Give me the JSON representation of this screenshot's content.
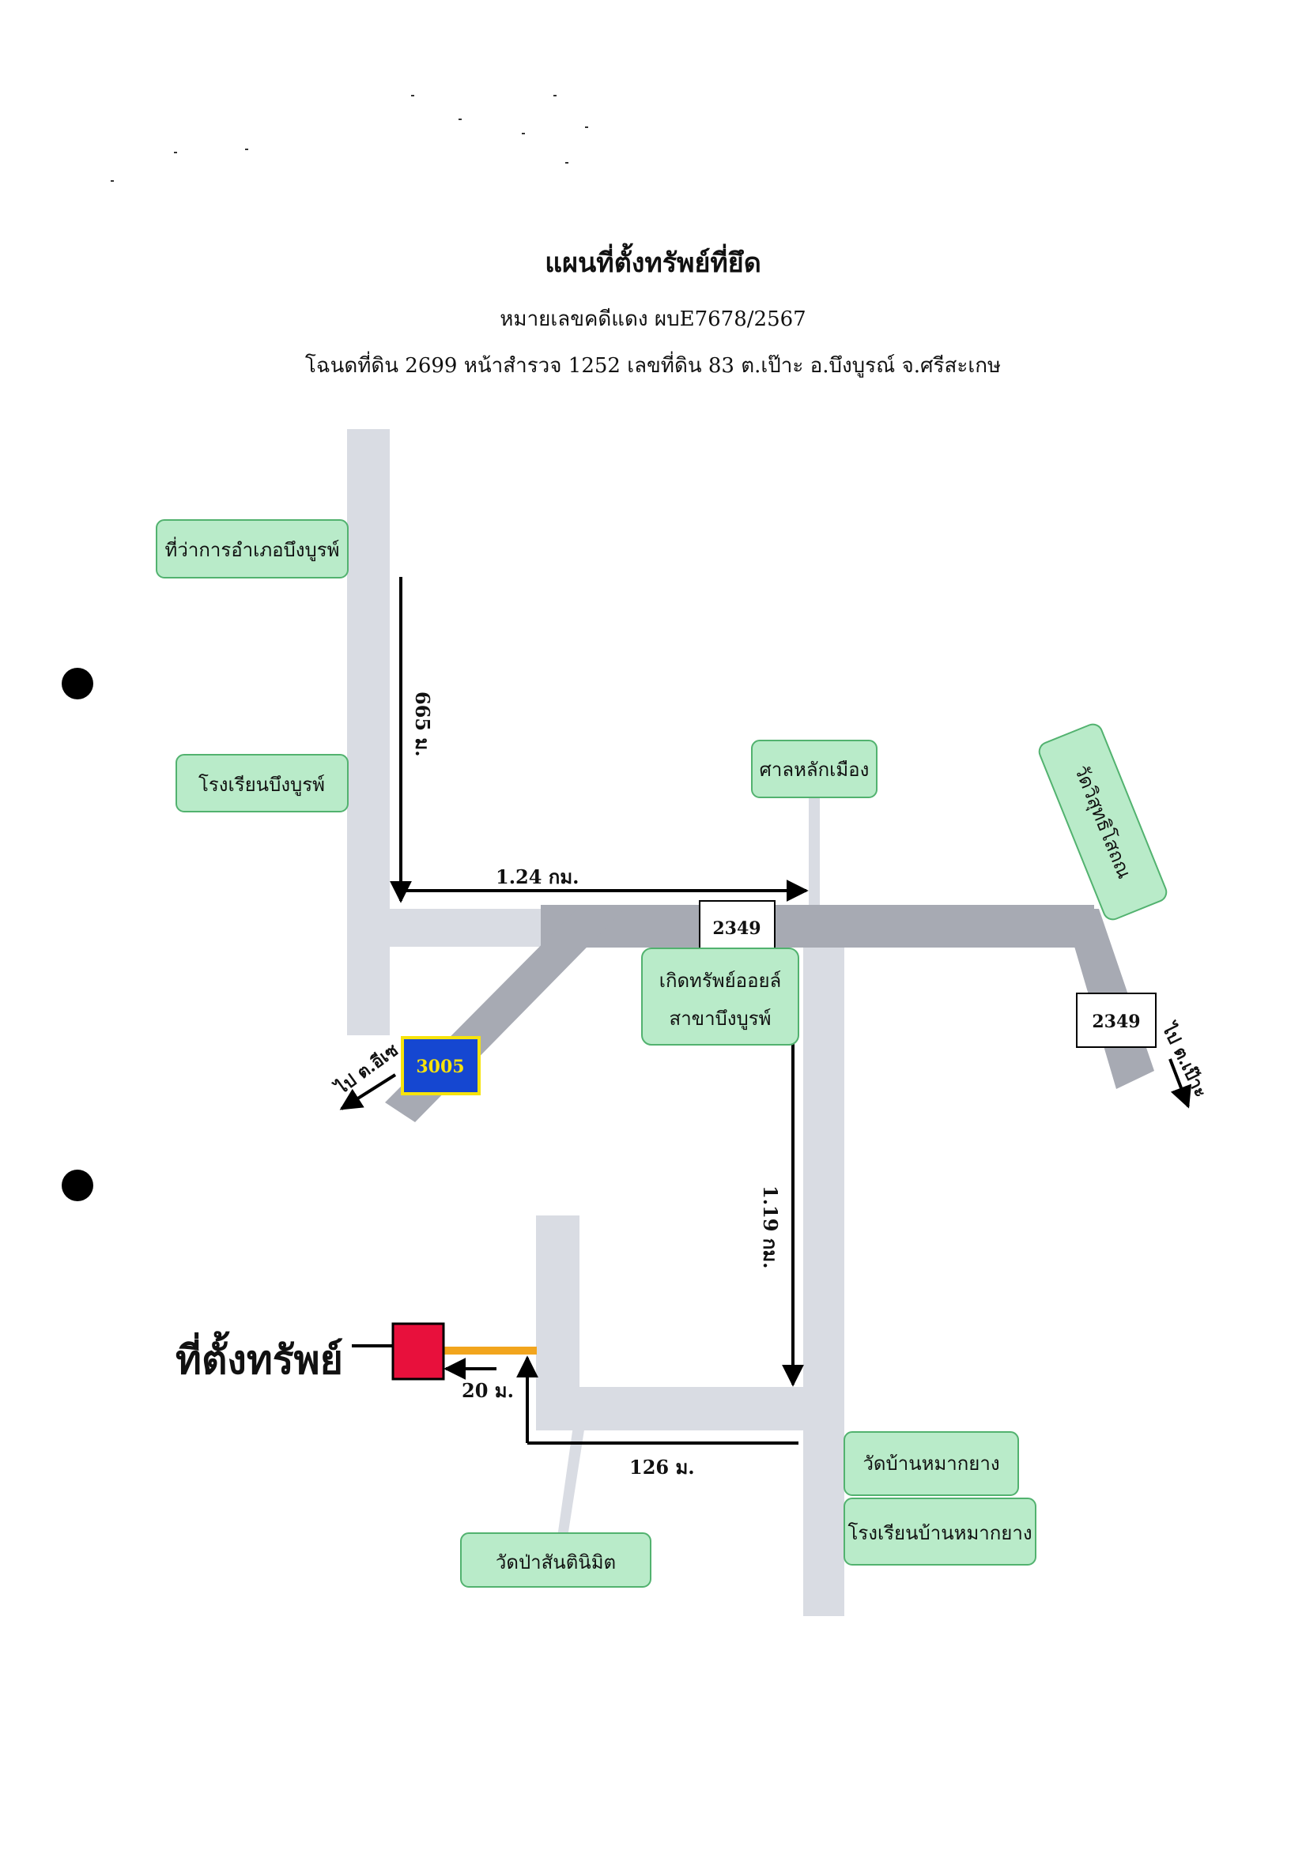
{
  "header": {
    "title": "แผนที่ตั้งทรัพย์ที่ยึด",
    "case_number": "หมายเลขคดีแดง ผบE7678/2567",
    "deed_info": "โฉนดที่ดิน 2699 หน้าสำรวจ 1252 เลขที่ดิน 83 ต.เป๊าะ อ.บึงบูรณ์ จ.ศรีสะเกษ"
  },
  "landmarks": {
    "district_office": "ที่ว่าการอำเภอบึงบูรพ์",
    "school_bueng_bun": "โรงเรียนบึงบูรพ์",
    "city_pillar": "ศาลหลักเมือง",
    "wat_wisutthi": "วัดวิสุทธิโสถณ",
    "gas_station": [
      "เกิดทรัพย์ออยล์",
      "สาขาบึงบูรพ์"
    ],
    "wat_ban_mak_yang": "วัดบ้านหมากยาง",
    "school_mak_yang": "โรงเรียนบ้านหมากยาง",
    "wat_pa": "วัดป่าสันตินิมิต"
  },
  "roads": {
    "route_2349_a": "2349",
    "route_2349_b": "2349",
    "route_3005": "3005",
    "to_is": "ไป ต.อีเซ",
    "to_pao": "ไป ต.เป๊าะ"
  },
  "distances": {
    "d665": "665 ม.",
    "d124": "1.24 กม.",
    "d119": "1.19 กม.",
    "d126": "126 ม.",
    "d20": "20 ม."
  },
  "property_label": "ที่ตั้งทรัพย์",
  "colors": {
    "road": "#d9dce3",
    "main_road": "#a7aab3",
    "landmark_fill": "#b9ebc9",
    "landmark_border": "#52b26f",
    "property_fill": "#e8103c",
    "driveway": "#f2a51d",
    "route_3005_fill": "#1547d1",
    "route_3005_text": "#f6e30c"
  }
}
